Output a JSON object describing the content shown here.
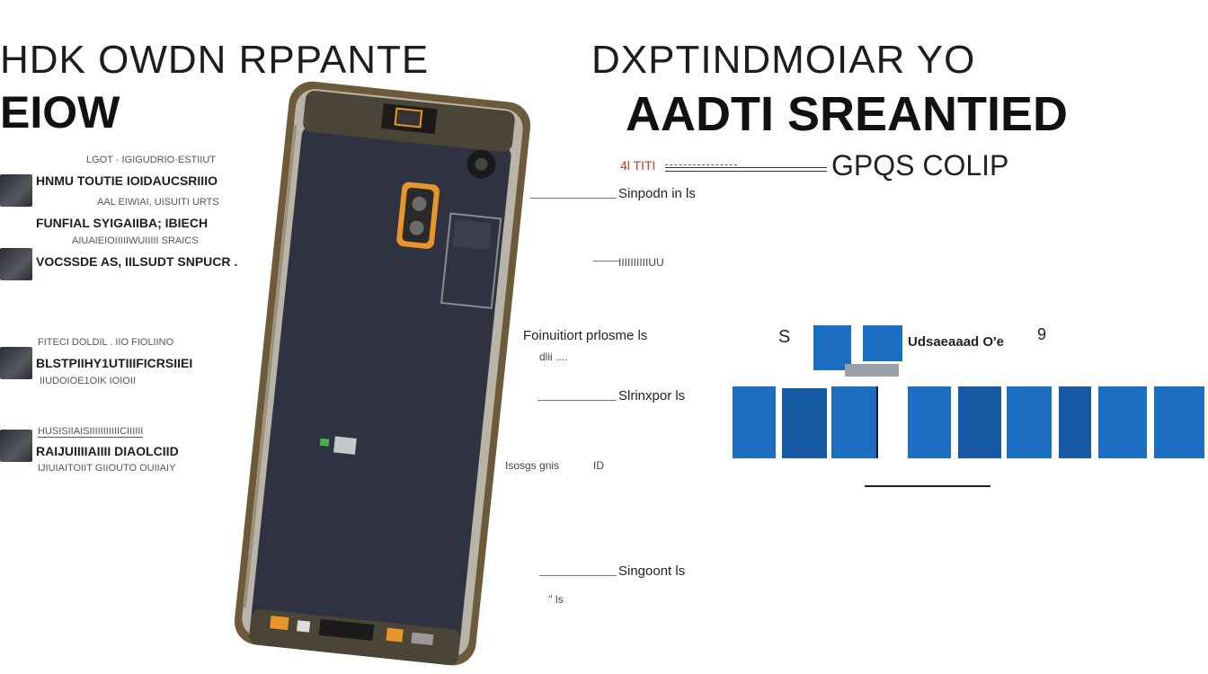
{
  "headings": {
    "left_line1": "HDK OWDN RPPANTE",
    "left_line2": "EIOW",
    "right_line1": "DXPTINDMOIAR YO",
    "right_line2": "AADTI SREANTIED",
    "right_sub": "GPQS COLIP",
    "red_mark": "4l TITI"
  },
  "left_panel": {
    "rows": [
      {
        "line1": "LGOT · IGIGUDRIO·ESTIIUT",
        "line2": "HNMU  TOUTIE IOIDAUCSRIIIO",
        "line3": "AAL EIWIAI, UISUITI URTS",
        "line4": "FUNFIAL SYIGAIIBA; IBIECH",
        "line5": "AIUAIEIOIIIIIWUIIIII SRAICS"
      },
      {
        "line1": "VOCSSDE AS, IILSUDT SNPUCR ."
      },
      {
        "line1": "FITECI DOLDIL . IIO FIOLIINO",
        "line2": "BLSTPIIHY1UTIIIFICRSIIEI",
        "line3": "IIUDOIOE1OIK IOIOII"
      },
      {
        "line1": "HUSISIIAISIIIIIIIIIIICIIIIII",
        "line2": "RAIJUIIIIAIIII  DIAOLCIID",
        "line3": "IJIUIAITOIIT GIIOUTO OUIIAIY"
      }
    ]
  },
  "callouts": {
    "c1": "Sinpodn in ls",
    "c2": "IIIIIIIIIIUU",
    "c3": "Foinuitiort prlosme ls",
    "c3b": "dlii ....",
    "c4": "Slrinxpor ls",
    "c5": "Isosgs gnis",
    "c5b": "ID",
    "c6": "Singoont ls",
    "c6b": "'' ls"
  },
  "right_chart": {
    "label_s": "S",
    "label_top": "Udsaeaaad O'e",
    "label_num": "9"
  },
  "colors": {
    "phone_frame": "#8a6b3c",
    "phone_screen": "#2f3241",
    "accent_orange": "#e8962a",
    "bar_blue": "#1b6ec2"
  }
}
